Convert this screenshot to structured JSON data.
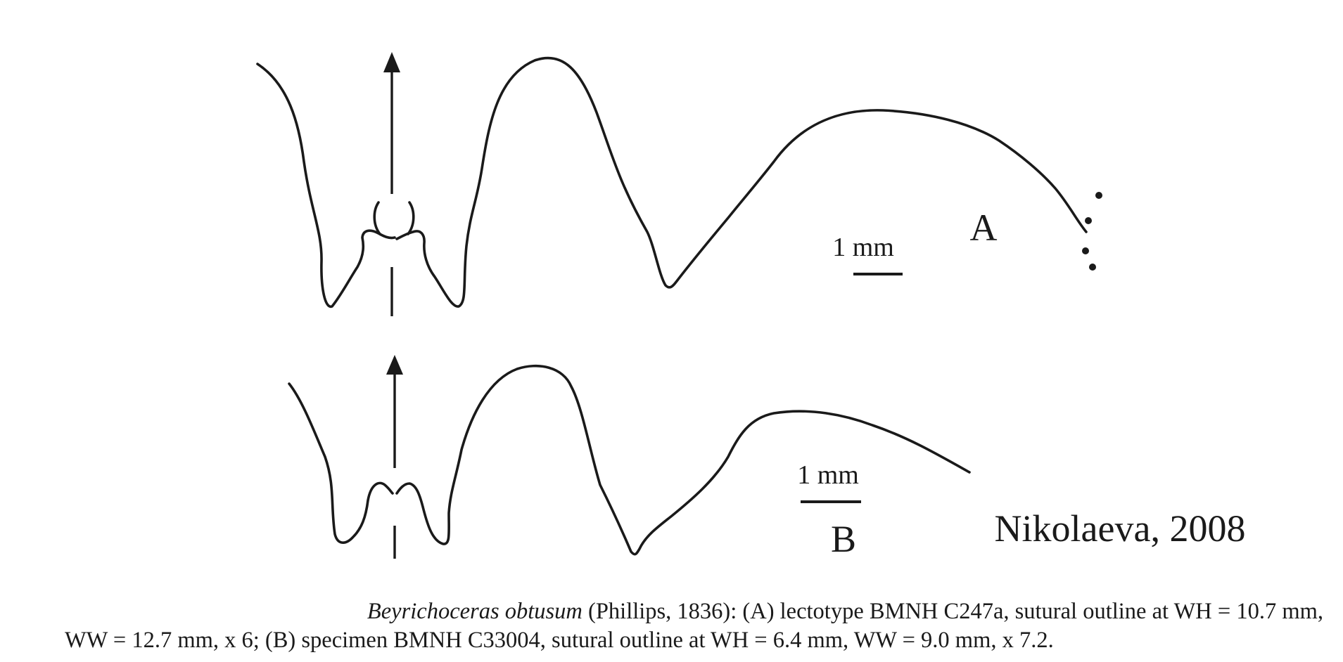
{
  "labels": {
    "outline_a": "A",
    "outline_b": "B",
    "scale_a": "1 mm",
    "scale_b": "1 mm"
  },
  "attribution": "Nikolaeva, 2008",
  "caption": {
    "species": "Beyrichoceras obtusum",
    "line1_rest": " (Phillips, 1836): (A) lectotype BMNH C247a, sutural outline at WH = 10.7 mm,",
    "line2": "WW = 12.7 mm, x 6; (B) specimen BMNH C33004, sutural outline at WH = 6.4 mm, WW = 9.0 mm, x 7.2."
  }
}
